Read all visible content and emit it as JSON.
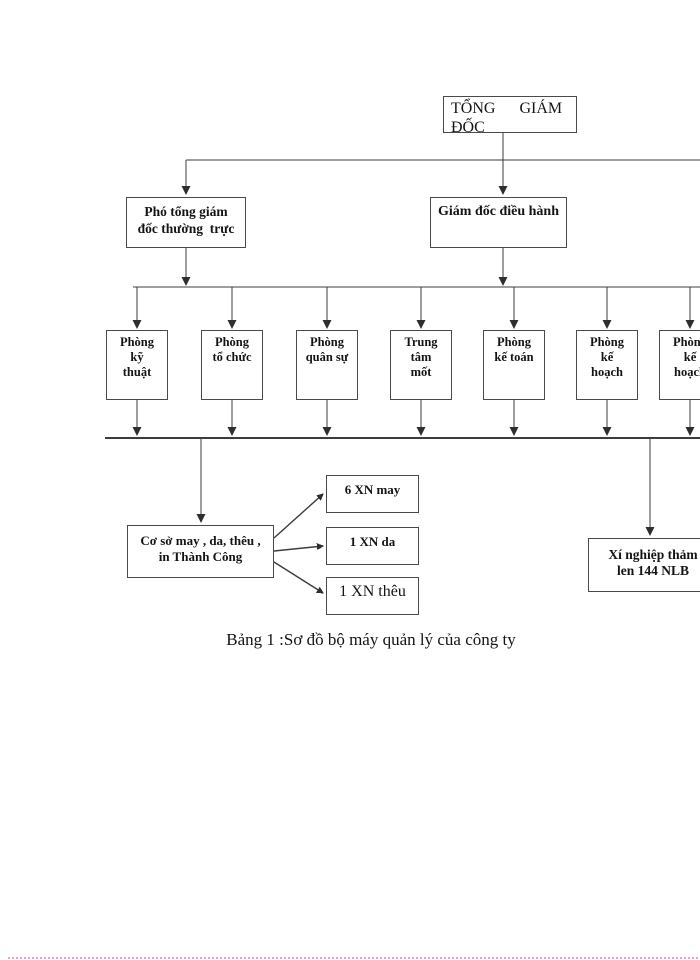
{
  "page": {
    "caption": "Bảng 1 :Sơ đồ bộ máy quản lý của công ty"
  },
  "org_chart": {
    "root": {
      "label": "TỔNG      GIÁM\nĐỐC"
    },
    "level2": [
      {
        "id": "pho-tong-giam-doc",
        "label": "Phó tổng giám\nđốc thường  trực"
      },
      {
        "id": "giam-doc-dieu-hanh",
        "label": "Giám đốc điều hành"
      }
    ],
    "departments": [
      {
        "label": "Phòng\nkỹ\nthuật"
      },
      {
        "label": "Phòng\ntổ chức"
      },
      {
        "label": "Phòng\nquân sự"
      },
      {
        "label": "Trung\ntâm\nmốt"
      },
      {
        "label": "Phòng\nkế toán"
      },
      {
        "label": "Phòng\nkế\nhoạch"
      },
      {
        "label": "Phòng\nkế\nhoạch"
      }
    ],
    "production": {
      "coso": {
        "label": "Cơ sở may , da, thêu ,\nin Thành Công"
      },
      "xn": [
        {
          "label": "6 XN may"
        },
        {
          "label": "1 XN da"
        },
        {
          "label": "1 XN thêu"
        }
      ],
      "tham": {
        "label": "Xí nghiệp thảm\nlen 144 NLB"
      }
    }
  },
  "colors": {
    "line": "#3c3c3c",
    "border": "#4a4a4a",
    "page_break_pink": "#ee9fd2"
  }
}
